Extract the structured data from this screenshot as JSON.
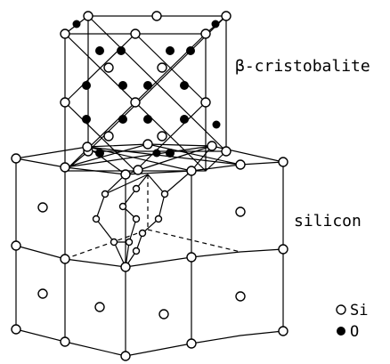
{
  "labels": {
    "upper": "β-cristobalite",
    "lower": "silicon"
  },
  "legend": {
    "items": [
      {
        "symbol": "open-circle",
        "label": "Si"
      },
      {
        "symbol": "filled-circle",
        "label": "O"
      }
    ]
  },
  "colors": {
    "line": "#000000",
    "si_fill": "#ffffff",
    "o_fill": "#000000",
    "background": "#ffffff"
  }
}
